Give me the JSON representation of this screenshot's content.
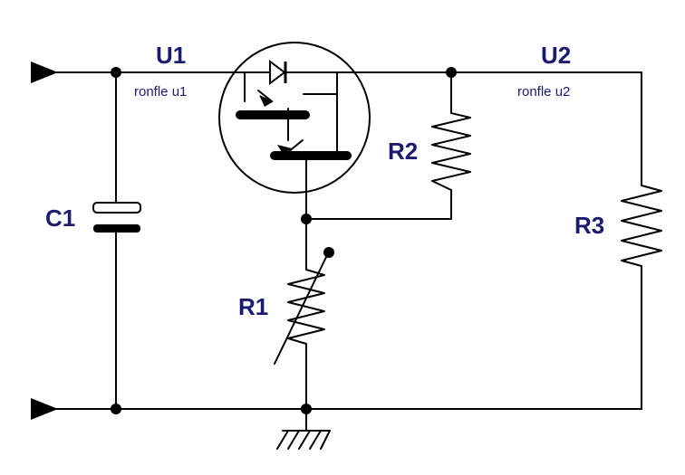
{
  "colors": {
    "wire": "#000000",
    "label": "#1a1a6e",
    "background": "#ffffff"
  },
  "labels": {
    "u1": "U1",
    "u1_sub": "ronfle u1",
    "u2": "U2",
    "u2_sub": "ronfle u2",
    "c1": "C1",
    "r1": "R1",
    "r2": "R2",
    "r3": "R3"
  }
}
